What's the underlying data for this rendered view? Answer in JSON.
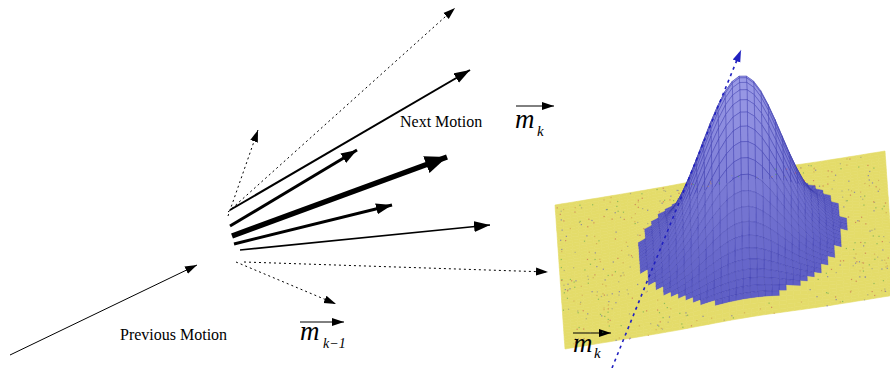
{
  "diagram": {
    "labels": [
      "Next Motion",
      "m",
      "k",
      "Previous Motion",
      "m",
      "k−1",
      "m",
      "k"
    ]
  }
}
